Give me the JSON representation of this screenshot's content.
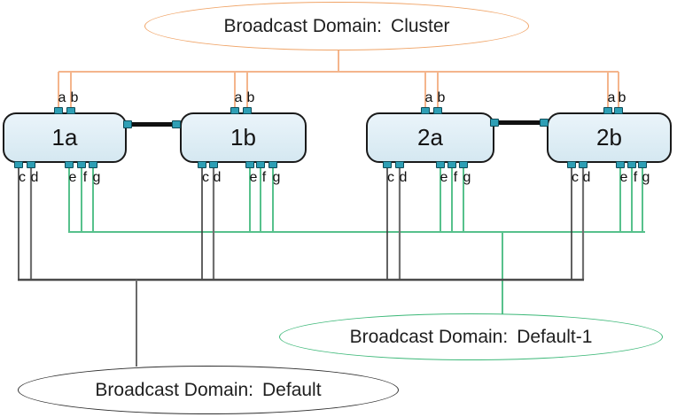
{
  "broadcast_domains": {
    "cluster": {
      "prefix": "Broadcast Domain:",
      "name": "Cluster",
      "ellipse_color": "#F0A467",
      "wire_color": "#F4B58C"
    },
    "default1": {
      "prefix": "Broadcast Domain:",
      "name": "Default-1",
      "ellipse_color": "#3CB878",
      "wire_color": "#57C18C"
    },
    "default": {
      "prefix": "Broadcast Domain:",
      "name": "Default",
      "ellipse_color": "#2F2F2F",
      "wire_color": "#4A4A4A"
    }
  },
  "nodes": [
    {
      "label": "1a",
      "top_ports": [
        "a",
        "b"
      ],
      "bottom_ports": [
        "c",
        "d",
        "e",
        "f",
        "g"
      ]
    },
    {
      "label": "1b",
      "top_ports": [
        "a",
        "b"
      ],
      "bottom_ports": [
        "c",
        "d",
        "e",
        "f",
        "g"
      ]
    },
    {
      "label": "2a",
      "top_ports": [
        "a",
        "b"
      ],
      "bottom_ports": [
        "c",
        "d",
        "e",
        "f",
        "g"
      ]
    },
    {
      "label": "2b",
      "top_ports": [
        "a",
        "b"
      ],
      "bottom_ports": [
        "c",
        "d",
        "e",
        "f",
        "g"
      ]
    }
  ],
  "colors": {
    "port_fill": "#2E9FB5",
    "port_border": "#0D4B57",
    "node_fill_top": "#EAF4FA",
    "node_fill_bottom": "#D5E8F1",
    "node_border": "#1A1A1A",
    "ha_link": "#111111",
    "default_c_wire": "#3A3A3A",
    "default_d_wire": "#707070",
    "default_drop_wire": "#6A6A6A"
  }
}
